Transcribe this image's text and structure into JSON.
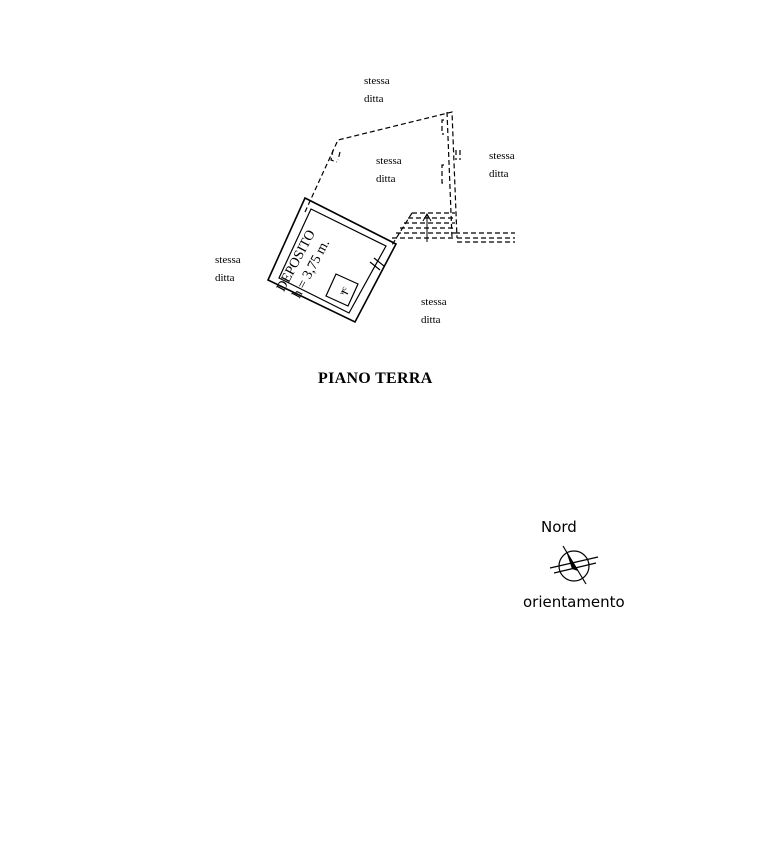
{
  "neighbor_labels": [
    {
      "line1": "stessa",
      "line2": "ditta"
    },
    {
      "line1": "stessa",
      "line2": "ditta"
    },
    {
      "line1": "stessa",
      "line2": "ditta"
    },
    {
      "line1": "stessa",
      "line2": "ditta"
    },
    {
      "line1": "stessa",
      "line2": "ditta"
    }
  ],
  "room": {
    "name": "DEPOSITO",
    "height": "h = 3,75 m."
  },
  "small_room_label": "WC",
  "floor_title": "PIANO TERRA",
  "compass": {
    "north_label": "Nord",
    "caption": "orientamento"
  }
}
